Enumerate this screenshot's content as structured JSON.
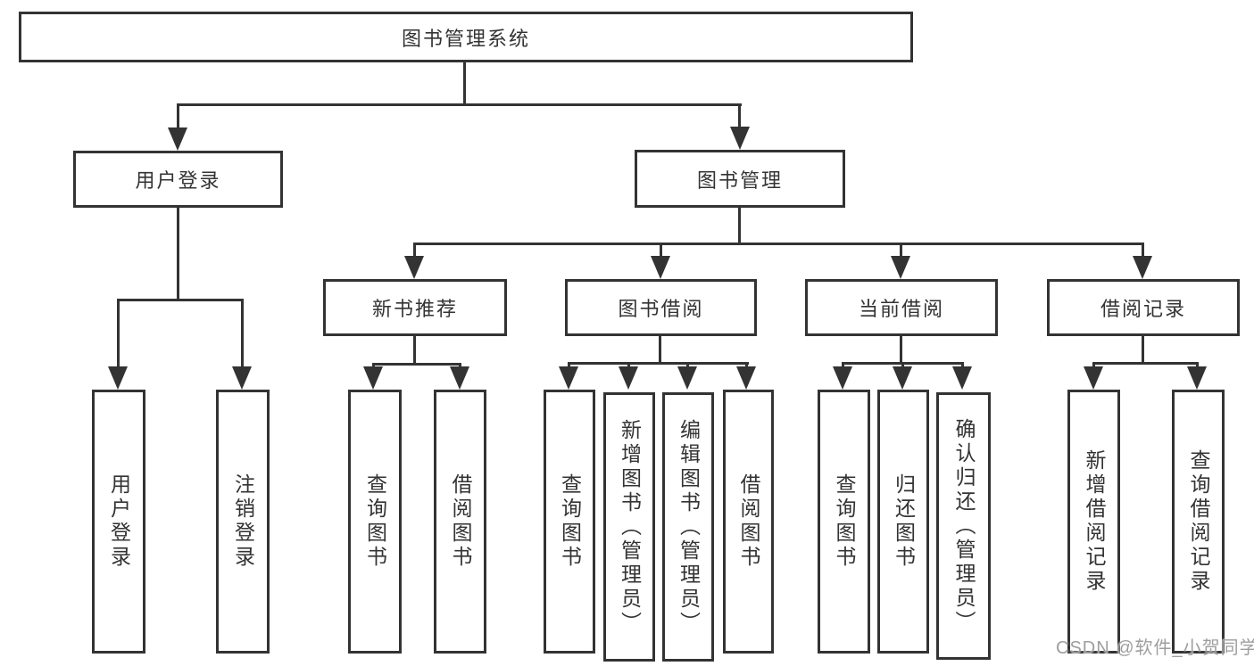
{
  "diagram": {
    "type": "hierarchy-tree",
    "root": {
      "label": "图书管理系统",
      "children": [
        {
          "label": "用户登录",
          "children": [
            {
              "label": "用户登录"
            },
            {
              "label": "注销登录"
            }
          ]
        },
        {
          "label": "图书管理",
          "children": [
            {
              "label": "新书推荐",
              "children": [
                {
                  "label": "查询图书"
                },
                {
                  "label": "借阅图书"
                }
              ]
            },
            {
              "label": "图书借阅",
              "children": [
                {
                  "label": "查询图书"
                },
                {
                  "label": "新增图书（管理员）"
                },
                {
                  "label": "编辑图书（管理员）"
                },
                {
                  "label": "借阅图书"
                }
              ]
            },
            {
              "label": "当前借阅",
              "children": [
                {
                  "label": "查询图书"
                },
                {
                  "label": "归还图书"
                },
                {
                  "label": "确认归还（管理员）"
                }
              ]
            },
            {
              "label": "借阅记录",
              "children": [
                {
                  "label": "新增借阅记录"
                },
                {
                  "label": "查询借阅记录"
                }
              ]
            }
          ]
        }
      ]
    }
  },
  "watermark": {
    "text": "CSDN @软件_小贺同学",
    "color": "#9e9e9e"
  },
  "colors": {
    "line": "#333333",
    "text": "#333333",
    "background": "#ffffff"
  }
}
